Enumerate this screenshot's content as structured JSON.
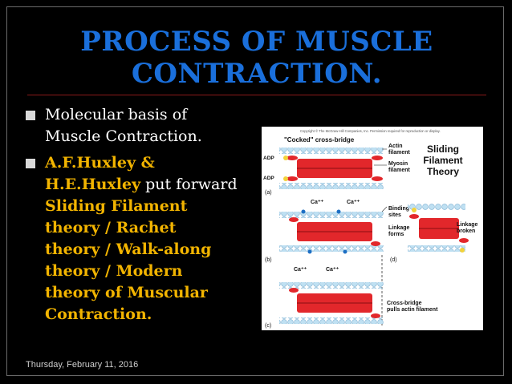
{
  "slide": {
    "title_line1": "PROCESS OF MUSCLE",
    "title_line2": "CONTRACTION.",
    "bullet1_line1": "Molecular basis of",
    "bullet1_line2": "Muscle Contraction.",
    "bullet2_hl1": "A.F.Huxley &",
    "bullet2_hl2": "H.E.Huxley",
    "bullet2_plain": " put forward",
    "bullet2_hl3": "Sliding Filament",
    "bullet2_hl4": "theory / Rachet",
    "bullet2_hl5": "theory / Walk-along",
    "bullet2_hl6": "theory / Modern",
    "bullet2_hl7": "theory of Muscular",
    "bullet2_hl8": "Contraction.",
    "footer": "Thursday, February 11, 2016"
  },
  "figure": {
    "copyright": "Copyright © The McGraw-Hill Companies, Inc. Permission required for reproduction or display.",
    "cocked": "\"Cocked\" cross-bridge",
    "adp1": "ADP",
    "adp2": "ADP",
    "actin1": "Actin",
    "actin2": "filament",
    "myosin1": "Myosin",
    "myosin2": "filament",
    "sliding1": "Sliding",
    "sliding2": "Filament",
    "sliding3": "Theory",
    "label_a": "(a)",
    "label_b": "(b)",
    "label_c": "(c)",
    "label_d": "(d)",
    "ca_a1": "Ca⁺⁺",
    "ca_a2": "Ca⁺⁺",
    "ca_b1": "Ca⁺⁺",
    "ca_b2": "Ca⁺⁺",
    "binding1": "Binding",
    "binding2": "sites",
    "linkage1": "Linkage",
    "linkage2": "forms",
    "broken1": "Linkage",
    "broken2": "broken",
    "cross1": "Cross-bridge",
    "cross2": "pulls actin filament"
  },
  "colors": {
    "title": "#1a6fdb",
    "highlight": "#f2b400",
    "rule": "#8b1a1a"
  }
}
